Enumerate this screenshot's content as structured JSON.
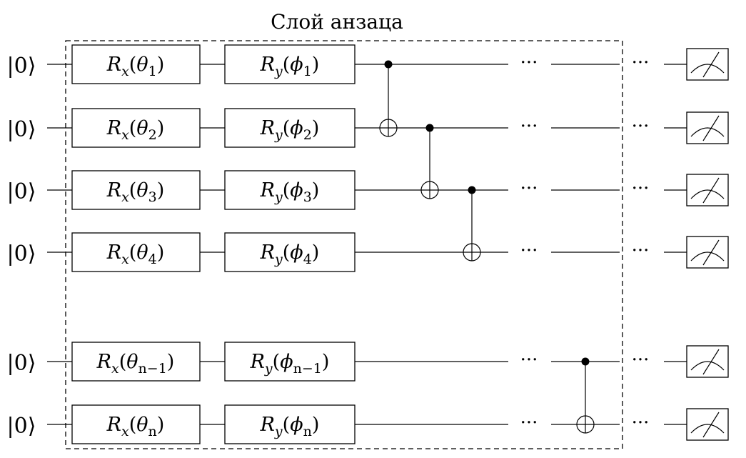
{
  "layer_title": "Слой анзаца",
  "qubits": [
    {
      "init": "|0⟩",
      "rx": {
        "base": "R",
        "sub": "x",
        "arg": "θ",
        "argsub": "1"
      },
      "ry": {
        "base": "R",
        "sub": "y",
        "arg": "ϕ",
        "argsub": "1"
      }
    },
    {
      "init": "|0⟩",
      "rx": {
        "base": "R",
        "sub": "x",
        "arg": "θ",
        "argsub": "2"
      },
      "ry": {
        "base": "R",
        "sub": "y",
        "arg": "ϕ",
        "argsub": "2"
      }
    },
    {
      "init": "|0⟩",
      "rx": {
        "base": "R",
        "sub": "x",
        "arg": "θ",
        "argsub": "3"
      },
      "ry": {
        "base": "R",
        "sub": "y",
        "arg": "ϕ",
        "argsub": "3"
      }
    },
    {
      "init": "|0⟩",
      "rx": {
        "base": "R",
        "sub": "x",
        "arg": "θ",
        "argsub": "4"
      },
      "ry": {
        "base": "R",
        "sub": "y",
        "arg": "ϕ",
        "argsub": "4"
      }
    },
    {
      "init": "|0⟩",
      "rx": {
        "base": "R",
        "sub": "x",
        "arg": "θ",
        "argsub": "n−1"
      },
      "ry": {
        "base": "R",
        "sub": "y",
        "arg": "ϕ",
        "argsub": "n−1"
      }
    },
    {
      "init": "|0⟩",
      "rx": {
        "base": "R",
        "sub": "x",
        "arg": "θ",
        "argsub": "n"
      },
      "ry": {
        "base": "R",
        "sub": "y",
        "arg": "ϕ",
        "argsub": "n"
      }
    }
  ],
  "cnots": [
    {
      "control": 0,
      "target": 1
    },
    {
      "control": 1,
      "target": 2
    },
    {
      "control": 2,
      "target": 3
    },
    {
      "control": 4,
      "target": 5
    }
  ],
  "ellipsis": "···",
  "measurement_icon": "meter-icon"
}
